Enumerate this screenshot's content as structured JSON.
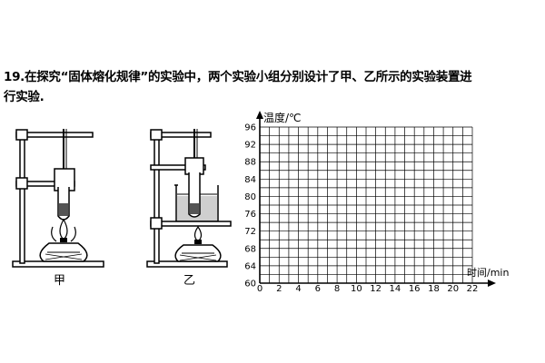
{
  "question": {
    "number": "19.",
    "line1": "在探究“固体熔化规律”的实验中，两个实验小组分别设计了甲、乙所示的实验装置进",
    "line2": "行实验."
  },
  "apparatus": {
    "left_label": "甲",
    "right_label": "乙"
  },
  "chart_data": {
    "type": "line",
    "ylabel": "温度/℃",
    "xlabel": "时间/min",
    "x_ticks": [
      0,
      2,
      4,
      6,
      8,
      10,
      12,
      14,
      16,
      18,
      20,
      22
    ],
    "y_ticks": [
      60,
      64,
      68,
      72,
      76,
      80,
      84,
      88,
      92,
      96
    ],
    "xlim": [
      0,
      22
    ],
    "ylim": [
      60,
      96
    ],
    "x_minor_step": 1,
    "y_minor_step": 2,
    "grid": true,
    "series": []
  }
}
